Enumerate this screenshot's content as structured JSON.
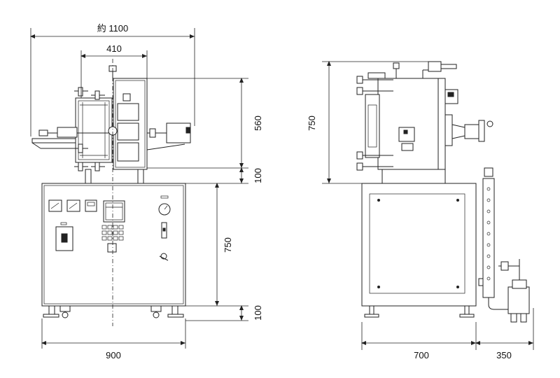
{
  "dimensions": {
    "overall_width": "約 1100",
    "chamber_width": "410",
    "chamber_height": "560",
    "gap_height": "100",
    "cabinet_height_front": "750",
    "leg_height_front": "100",
    "cabinet_width_front": "900",
    "side_total_height": "750",
    "side_cabinet_width": "700",
    "side_extension": "350"
  }
}
